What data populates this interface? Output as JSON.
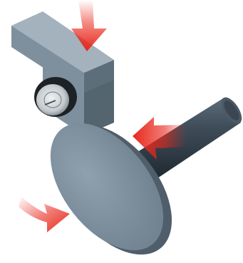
{
  "diagram": {
    "components": [
      {
        "name": "mounting-bracket"
      },
      {
        "name": "roller-wheel"
      },
      {
        "name": "shaft"
      },
      {
        "name": "disc"
      }
    ],
    "arrows": [
      {
        "name": "downward-force-arrow",
        "direction": "down",
        "color": "#e8281c"
      },
      {
        "name": "axial-force-arrow",
        "direction": "left",
        "color": "#e8281c"
      },
      {
        "name": "rotation-arrow",
        "direction": "down-right",
        "color": "#e8281c"
      }
    ],
    "colors": {
      "metal_light": "#8c9daa",
      "metal_mid": "#6f8190",
      "metal_dark": "#4a5966",
      "shaft_dark": "#2e3943",
      "arrow": "#e8281c"
    }
  }
}
